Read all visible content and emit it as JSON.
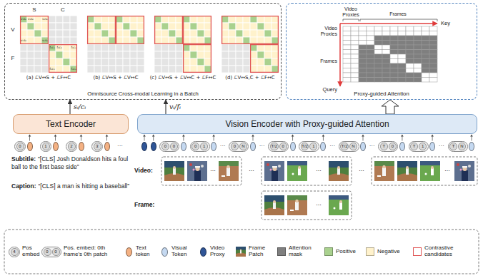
{
  "diagram": {
    "nodes": [
      {
        "text": [
          "Omnisource Cross-modal Learning in a Batch"
        ]
      },
      {
        "text": [
          "Proxy-guided Attention"
        ]
      },
      {
        "text": [
          "Text Encoder"
        ]
      },
      {
        "text": [
          "Vision Encoder with Proxy-guided Attention"
        ]
      },
      {
        "text": [
          "0"
        ]
      },
      {
        "text": [
          "1"
        ]
      },
      {
        "text": [
          "2"
        ]
      },
      {
        "text": [
          "3"
        ]
      },
      {
        "text": [
          "0",
          "0"
        ]
      },
      {
        "text": [
          "0",
          "1"
        ]
      },
      {
        "text": [
          "0",
          "N"
        ]
      },
      {
        "text": [
          "T/2",
          "0"
        ]
      },
      {
        "text": [
          "T/2",
          "1"
        ]
      },
      {
        "text": [
          "T/2",
          "N"
        ]
      },
      {
        "text": [
          "T",
          "0"
        ]
      },
      {
        "text": [
          "T",
          "1"
        ]
      },
      {
        "text": [
          "T",
          "N"
        ]
      },
      {
        "text": [
          "4"
        ]
      },
      {
        "text": [
          "0",
          "0"
        ]
      }
    ],
    "edges": [
      {
        "from": 2,
        "to": 0,
        "label": "sᵢ/cᵢ",
        "arrow": "to"
      },
      {
        "from": 3,
        "to": 0,
        "label": "vᵢ/fᵢ",
        "arrow": "to"
      },
      {
        "from": 3,
        "to": 1,
        "arrow": "to"
      }
    ],
    "labels": [
      "S",
      "C",
      "V",
      "F",
      "v₁s₁",
      "v₁s₂",
      "v₁sₙ",
      "vₙs₁",
      "vₙsₙ",
      "f₁c₁",
      "f₁c₂",
      "f₁cₙ",
      "fₙc₁",
      "fₙcₙ",
      "(a) ℒV↔S + ℒF↔C",
      "(b) ℒV↔S + ℒV↔C",
      "(c) ℒV↔S + ℒV↔C + ℒF↔C",
      "(d) ℒV↔S,C + ℒF↔C",
      "Video Proxies",
      "Frames",
      "Video Proxies",
      "Frames",
      "Key",
      "Query",
      "···",
      "···",
      "···",
      "···",
      "···",
      "···",
      "Subtitle:",
      "“[CLS] Josh Donaldson hits a foul ball to the first base side”",
      "Caption:",
      "“[CLS] a man is hitting a baseball”",
      "Video:",
      "Frame:",
      "...",
      "...",
      "...",
      "...",
      "...",
      "..."
    ],
    "legend": [
      {
        "text": "Pos embed"
      },
      {
        "text": "Pos. embed: 0th frame's 0th patch"
      },
      {
        "text": "Text token",
        "color": "#f4b183"
      },
      {
        "text": "Visual Token",
        "color": "#c5d9f1"
      },
      {
        "text": "Video Proxy",
        "color": "#2f5597"
      },
      {
        "text": "Frame Patch"
      },
      {
        "text": "Attention mask",
        "color": "#7f7f7f"
      },
      {
        "text": "Positive",
        "color": "#a9d18e"
      },
      {
        "text": "Negative",
        "color": "#fff2cc"
      },
      {
        "text": "Contrastive candidates"
      }
    ]
  }
}
